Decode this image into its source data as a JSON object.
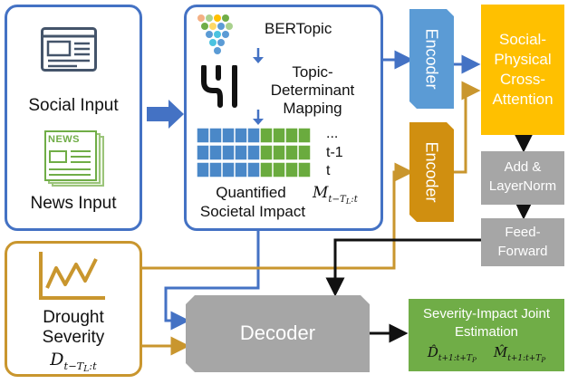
{
  "inputs": {
    "social_label": "Social Input",
    "news_icon_text": "NEWS",
    "news_label": "News Input"
  },
  "bertopic_panel": {
    "bertopic_label": "BERTopic",
    "mapping_label_line1": "Topic-",
    "mapping_label_line2": "Determinant",
    "mapping_label_line3": "Mapping",
    "row_labels": [
      "...",
      "t-1",
      "t"
    ],
    "impact_label_line1": "Quantified",
    "impact_label_line2": "Societal Impact",
    "impact_symbol_main": "M",
    "impact_symbol_sub": "t−T",
    "impact_symbol_subsub": "L",
    "impact_symbol_tail": ":t"
  },
  "drought": {
    "label_line1": "Drought",
    "label_line2": "Severity",
    "symbol_main": "D",
    "symbol_sub": "t−T",
    "symbol_subsub": "L",
    "symbol_tail": ":t"
  },
  "encoders": {
    "top_label": "Encoder",
    "bottom_label": "Encoder"
  },
  "attention": {
    "label_line1": "Social-",
    "label_line2": "Physical",
    "label_line3": "Cross-",
    "label_line4": "Attention"
  },
  "addnorm": {
    "label_line1": "Add &",
    "label_line2": "LayerNorm"
  },
  "feedforward": {
    "label_line1": "Feed-",
    "label_line2": "Forward"
  },
  "decoder": {
    "label": "Decoder"
  },
  "output": {
    "label_line1": "Severity-Impact Joint",
    "label_line2": "Estimation",
    "d_main": "D̂",
    "d_sub": "t+1:t+T",
    "d_subsub": "P",
    "m_main": "M̂",
    "m_sub": "t+1:t+T",
    "m_subsub": "P"
  },
  "colors": {
    "blue": "#4472c4",
    "gold": "#c9962e",
    "encoder_blue": "#5b9bd5",
    "encoder_gold": "#d08f10",
    "attention_yellow": "#ffc000",
    "gray_block": "#a6a6a6",
    "output_green": "#70ad47",
    "grid_blue": "#4a88c8",
    "grid_green": "#6aab3e"
  }
}
